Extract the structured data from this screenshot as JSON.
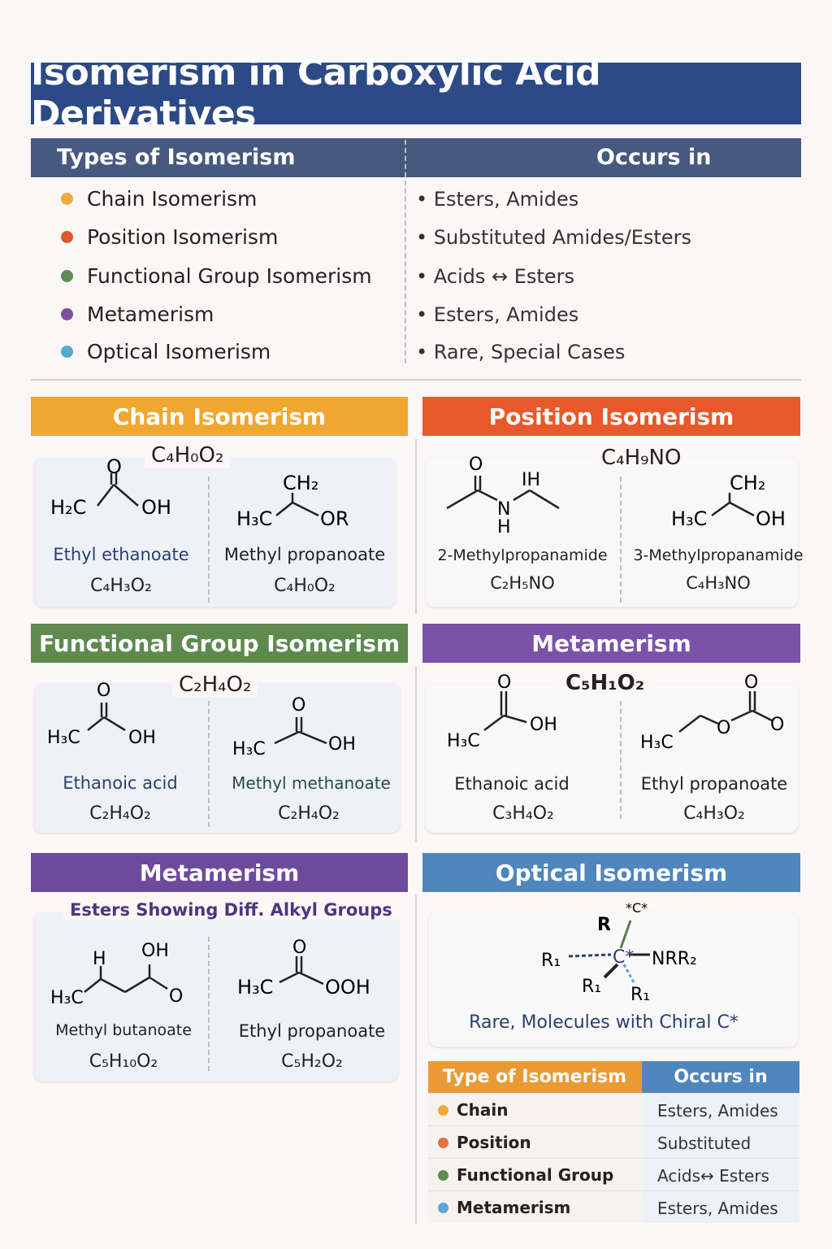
{
  "title": "Isomerism in Carboxylic Acid Derivatives",
  "types_table": {
    "col1": "Types of Isomerism",
    "col2": "Occurs in",
    "rows": [
      {
        "label": "Chain Isomerism",
        "occurs": "• Esters, Amides",
        "color": "#f2a93b"
      },
      {
        "label": "Position Isomerism",
        "occurs": "• Substituted Amides/Esters",
        "color": "#e05a2b"
      },
      {
        "label": "Functional Group Isomerism",
        "occurs": "• Acids ↔ Esters",
        "color": "#5f8c55"
      },
      {
        "label": "Metamerism",
        "occurs": "• Esters, Amides",
        "color": "#7b4f9e"
      },
      {
        "label": "Optical Isomerism",
        "occurs": "• Rare, Special Cases",
        "color": "#5aa6d6"
      }
    ]
  },
  "panels": {
    "chain": {
      "title": "Chain Isomerism",
      "color": "#f0a72f",
      "formula": "C₄H₀O₂",
      "left": {
        "name": "Ethyl ethanoate",
        "mf": "C₄H₃O₂",
        "s": {
          "h2c": "H₂C",
          "o": "O",
          "oh": "OH"
        }
      },
      "right": {
        "name": "Methyl propanoate",
        "mf": "C₄H₀O₂",
        "s": {
          "ch2": "CH₂",
          "h3c": "H₃C",
          "or": "OR"
        }
      }
    },
    "position": {
      "title": "Position Isomerism",
      "color": "#e9582a",
      "formula": "C₄H₉NO",
      "left": {
        "name": "2-Methylpropanamide",
        "mf": "C₂H₅NO",
        "s": {
          "o": "O",
          "ih": "IH",
          "n": "N",
          "h": "H"
        }
      },
      "right": {
        "name": "3-Methylpropanamide",
        "mf": "C₄H₃NO",
        "s": {
          "ch2": "CH₂",
          "h3c": "H₃C",
          "oh": "OH"
        }
      }
    },
    "functional": {
      "title": "Functional Group Isomerism",
      "color": "#5f8a4e",
      "formula": "C₂H₄O₂",
      "left": {
        "name": "Ethanoic acid",
        "mf": "C₂H₄O₂",
        "s": {
          "o": "O",
          "h3c": "H₃C",
          "oh": "OH"
        }
      },
      "right": {
        "name": "Methyl methanoate",
        "mf": "C₂H₄O₂",
        "s": {
          "o": "O",
          "h3c": "H₃C",
          "oh": "OH"
        }
      }
    },
    "metamerism1": {
      "title": "Metamerism",
      "color": "#7a52a8",
      "formula": "C₅H₁O₂",
      "left": {
        "name": "Ethanoic acid",
        "mf": "C₃H₄O₂",
        "s": {
          "o": "O",
          "h3c": "H₃C",
          "oh": "OH"
        }
      },
      "right": {
        "name": "Ethyl propanoate",
        "mf": "C₄H₃O₂",
        "s": {
          "o": "O",
          "h3c": "H₃C",
          "o2": "O",
          "o3": "O"
        }
      }
    },
    "metamerism2": {
      "title": "Metamerism",
      "color": "#6e4a9c",
      "subtitle": "Esters Showing Diff. Alkyl Groups",
      "left": {
        "name": "Methyl butanoate",
        "mf": "C₅H₁₀O₂",
        "s": {
          "h": "H",
          "oh": "OH",
          "h3c": "H₃C",
          "o": "O"
        }
      },
      "right": {
        "name": "Ethyl propanoate",
        "mf": "C₅H₂O₂",
        "s": {
          "o": "O",
          "h3c": "H₃C",
          "ooh": "OOH"
        }
      }
    },
    "optical": {
      "title": "Optical Isomerism",
      "color": "#4f86bd",
      "caption": "Rare, Molecules with Chiral C*",
      "s": {
        "top": "*C*",
        "r": "R",
        "r1a": "R₁",
        "c": "C*",
        "nrr2": "NRR₂",
        "r1b": "R₁",
        "r1c": "R₁"
      }
    }
  },
  "summary": {
    "col1": "Type of Isomerism",
    "col2": "Occurs in",
    "col1_color": "#e99a33",
    "col2_color": "#4f86bd",
    "rows": [
      {
        "type": "Chain",
        "occurs": "Esters, Amides",
        "color": "#f2a93b"
      },
      {
        "type": "Position",
        "occurs": "Substituted",
        "color": "#e0733f"
      },
      {
        "type": "Functional Group",
        "occurs": "Acids↔ Esters",
        "color": "#5f8c55"
      },
      {
        "type": "Metamerism",
        "occurs": "Esters, Amides",
        "color": "#5aa6d6"
      }
    ]
  }
}
